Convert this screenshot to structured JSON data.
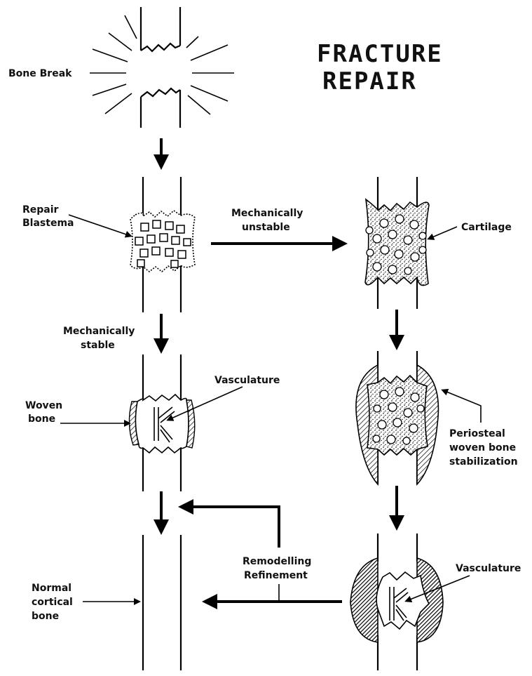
{
  "title": {
    "line1": "FRACTURE",
    "line2": "REPAIR"
  },
  "labels": {
    "bone_break": "Bone Break",
    "repair_blastema_1": "Repair",
    "repair_blastema_2": "Blastema",
    "mech_unstable_1": "Mechanically",
    "mech_unstable_2": "unstable",
    "cartilage": "Cartilage",
    "mech_stable_1": "Mechanically",
    "mech_stable_2": "stable",
    "vasculature_left": "Vasculature",
    "woven_bone_1": "Woven",
    "woven_bone_2": "bone",
    "periosteal_1": "Periosteal",
    "periosteal_2": "woven bone",
    "periosteal_3": "stabilization",
    "remodelling_1": "Remodelling",
    "remodelling_2": "Refinement",
    "vasculature_right": "Vasculature",
    "normal_1": "Normal",
    "normal_2": "cortical",
    "normal_3": "bone"
  },
  "colors": {
    "ink": "#000000",
    "paper": "#ffffff"
  }
}
